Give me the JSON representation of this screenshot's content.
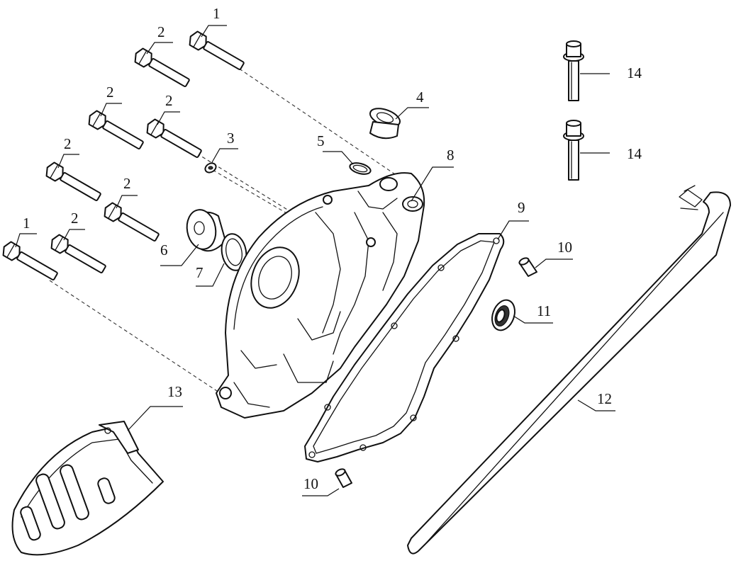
{
  "callouts": {
    "c1a": "1",
    "c1b": "1",
    "c2a": "2",
    "c2b": "2",
    "c2c": "2",
    "c2d": "2",
    "c2e": "2",
    "c2f": "2",
    "c3": "3",
    "c4": "4",
    "c5": "5",
    "c6": "6",
    "c7": "7",
    "c8": "8",
    "c9": "9",
    "c10a": "10",
    "c10b": "10",
    "c11": "11",
    "c12": "12",
    "c13": "13",
    "c14a": "14",
    "c14b": "14"
  }
}
